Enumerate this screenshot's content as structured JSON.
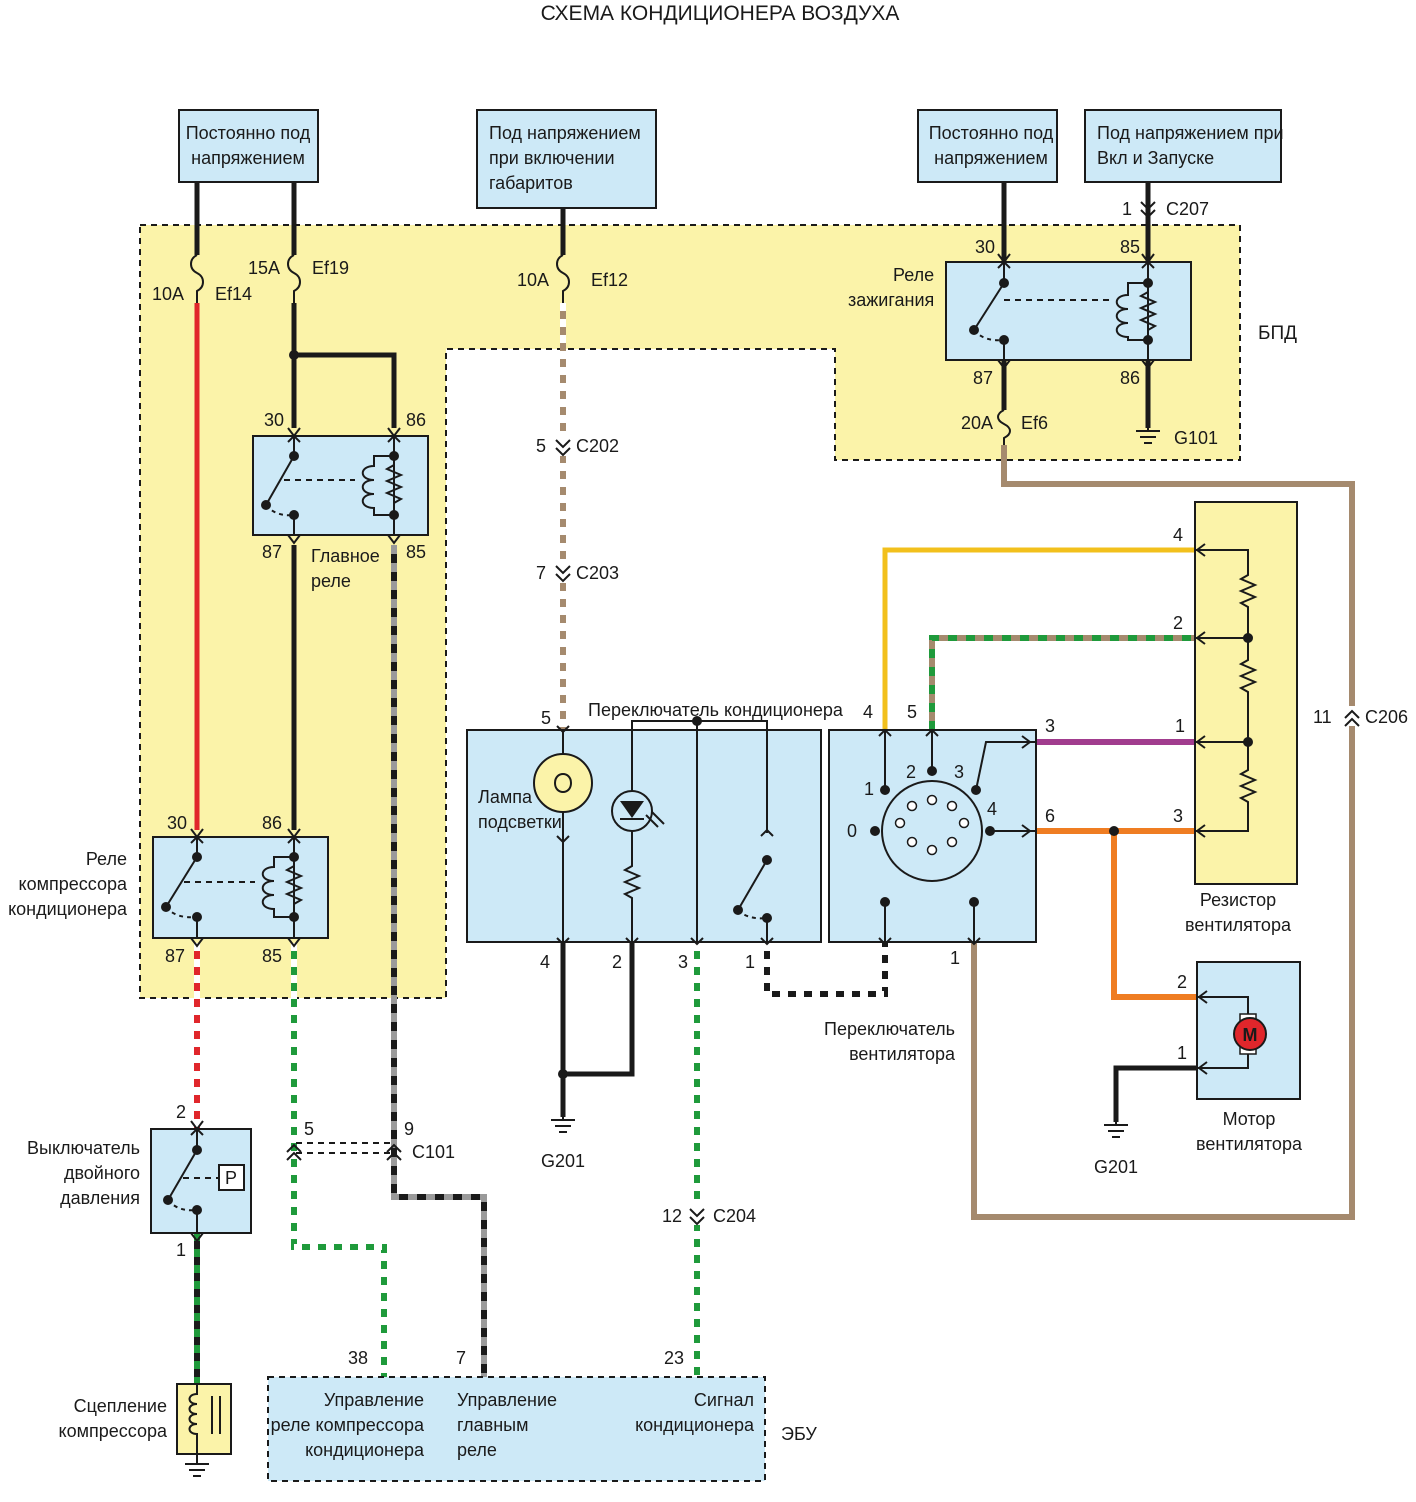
{
  "title": "СХЕМА КОНДИЦИОНЕРА ВОЗДУХА",
  "sources": {
    "const_left": [
      "Постоянно под",
      "напряжением"
    ],
    "parking": [
      "Под напряжением",
      "при включении",
      "габаритов"
    ],
    "const_right": [
      "Постоянно под",
      "напряжением"
    ],
    "ign": [
      "Под напряжением при",
      "Вкл и Запуске"
    ]
  },
  "fuses": {
    "ef14": {
      "amp": "10A",
      "name": "Ef14"
    },
    "ef19": {
      "amp": "15A",
      "name": "Ef19"
    },
    "ef12": {
      "amp": "10A",
      "name": "Ef12"
    },
    "ef6": {
      "amp": "20A",
      "name": "Ef6"
    }
  },
  "connectors": {
    "c207": {
      "pin": "1",
      "name": "C207"
    },
    "c202": {
      "pin": "5",
      "name": "C202"
    },
    "c203": {
      "pin": "7",
      "name": "C203"
    },
    "c206": {
      "pin": "11",
      "name": "C206"
    },
    "c101": {
      "pin_a": "5",
      "pin_b": "9",
      "name": "C101"
    },
    "c204": {
      "pin": "12",
      "name": "C204"
    }
  },
  "bpd_label": "БПД",
  "grounds": {
    "g101": "G101",
    "g201_a": "G201",
    "g201_b": "G201"
  },
  "ign_relay": {
    "label": [
      "Реле",
      "зажигания"
    ],
    "pins": {
      "p30": "30",
      "p85": "85",
      "p87": "87",
      "p86": "86"
    }
  },
  "main_relay": {
    "label": [
      "Главное",
      "реле"
    ],
    "pins": {
      "p30": "30",
      "p86": "86",
      "p87": "87",
      "p85": "85"
    }
  },
  "comp_relay": {
    "label": [
      "Реле",
      "компрессора",
      "кондиционера"
    ],
    "pins": {
      "p30": "30",
      "p86": "86",
      "p87": "87",
      "p85": "85"
    }
  },
  "ac_switch": {
    "label": "Переключатель кондиционера",
    "lamp": [
      "Лампа",
      "подсветки"
    ],
    "pins": {
      "p5": "5",
      "p4": "4",
      "p2": "2",
      "p3": "3",
      "p1": "1"
    }
  },
  "fan_switch": {
    "label": [
      "Переключатель",
      "вентилятора"
    ],
    "top_pins": {
      "p4": "4",
      "p5": "5",
      "p3": "3",
      "p6": "6"
    },
    "positions": {
      "p0": "0",
      "p1": "1",
      "p2": "2",
      "p3": "3",
      "p4": "4"
    },
    "bottom_pin": "1"
  },
  "fan_resistor": {
    "label": [
      "Резистор",
      "вентилятора"
    ],
    "pins": {
      "p4": "4",
      "p2": "2",
      "p1": "1",
      "p3": "3"
    }
  },
  "fan_motor": {
    "label": [
      "Мотор",
      "вентилятора"
    ],
    "pins": {
      "p2": "2",
      "p1": "1"
    },
    "symbol": "M"
  },
  "pressure_switch": {
    "label": [
      "Выключатель",
      "двойного",
      "давления"
    ],
    "pins": {
      "p2": "2",
      "p1": "1"
    },
    "symbol": "P"
  },
  "clutch": {
    "label": [
      "Сцепление",
      "компрессора"
    ]
  },
  "ecu": {
    "label": "ЭБУ",
    "pins": {
      "p38": "38",
      "p7": "7",
      "p23": "23"
    },
    "sig1": [
      "Управление",
      "реле компрессора",
      "кондиционера"
    ],
    "sig2": [
      "Управление",
      "главным",
      "реле"
    ],
    "sig3": [
      "Сигнал",
      "кондиционера"
    ]
  },
  "colors": {
    "red": "#e0262b",
    "black": "#1a1a1a",
    "tan": "#a58a6e",
    "green": "#1f9a3b",
    "yellow": "#f2c01c",
    "purple": "#a13c8e",
    "orange": "#ef7d22",
    "gray": "#9a9a9a",
    "box_blue": "#cde9f7",
    "fuse_yellow": "#fbf3a9"
  }
}
